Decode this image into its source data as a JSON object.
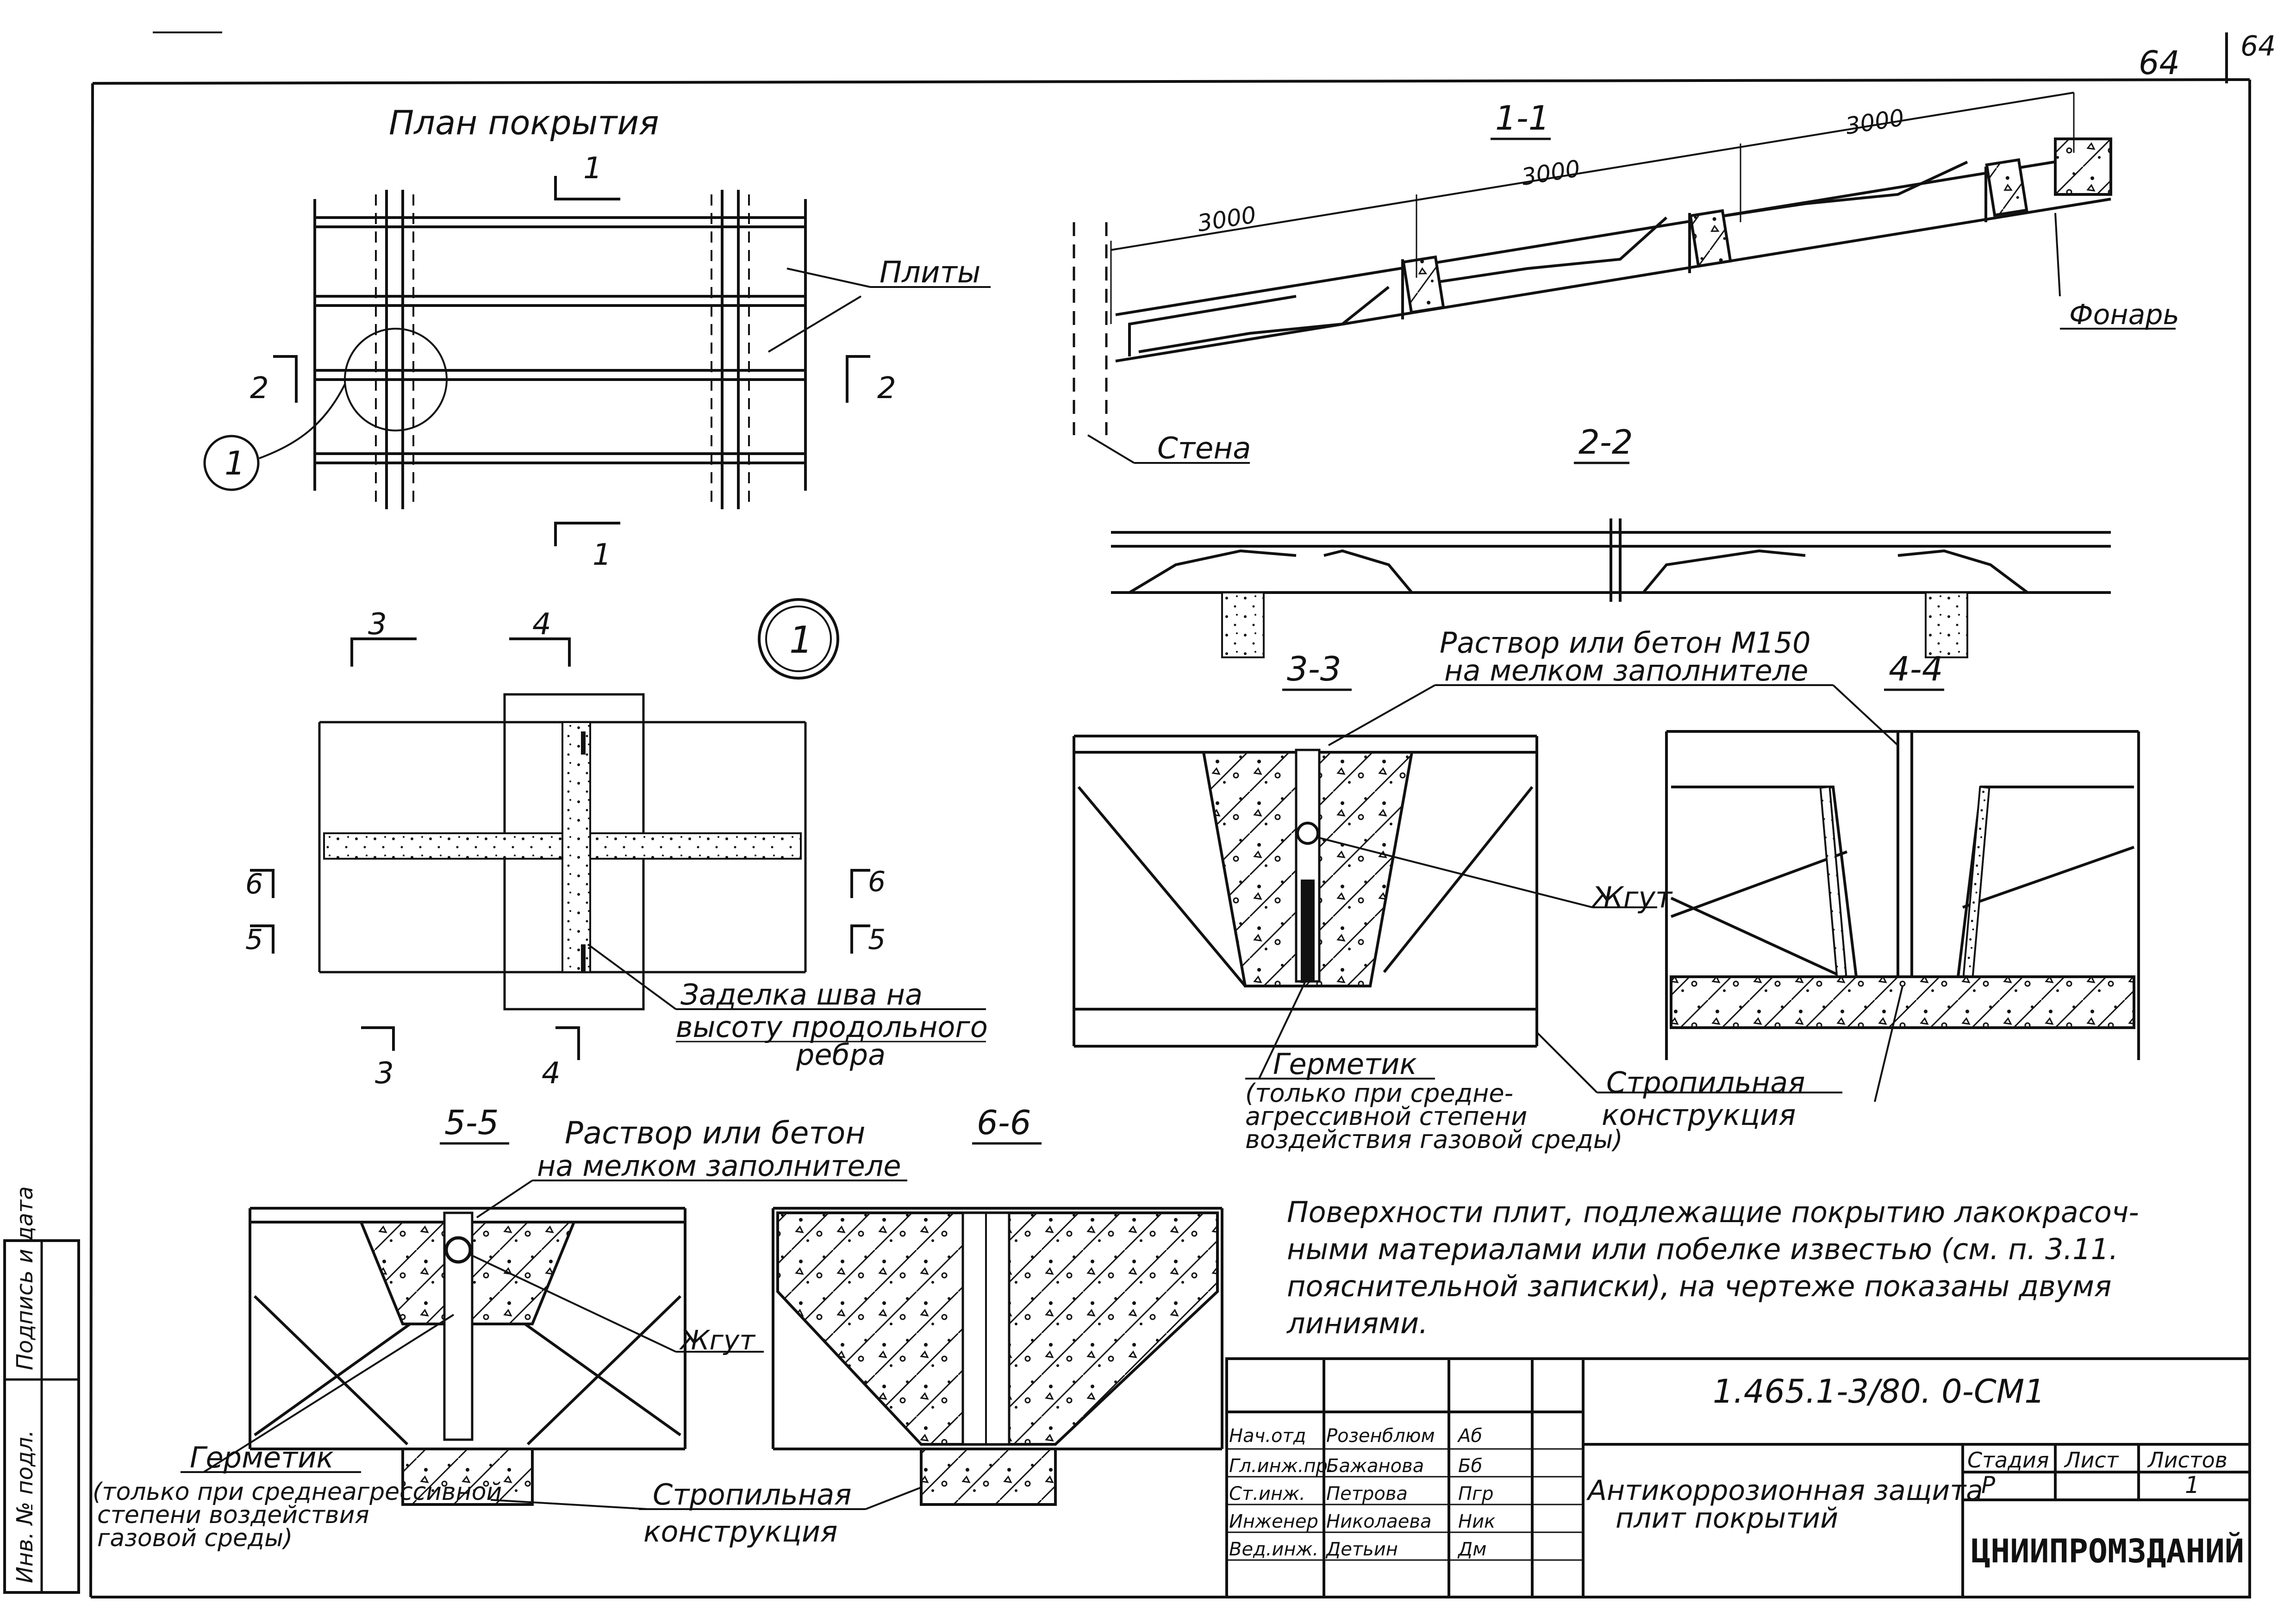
{
  "sheet": {
    "page_number": "64",
    "page_number_margin": "64"
  },
  "plan": {
    "title": "План покрытия",
    "label_plates": "Плиты",
    "section_1_top": "1",
    "section_1_bottom": "1",
    "section_2_left": "2",
    "section_2_right": "2",
    "node_marker": "1"
  },
  "node_detail": {
    "marker": "1",
    "cut_3_top": "3",
    "cut_4_top": "4",
    "cut_3_bottom": "3",
    "cut_4_bottom": "4",
    "cut_6_left": "6",
    "cut_5_left": "5",
    "cut_6_right": "6",
    "cut_5_right": "5",
    "seam_note_line1": "Заделка шва на",
    "seam_note_line2": "высоту продольного",
    "seam_note_line3": "ребра"
  },
  "section_1_1": {
    "title": "1-1",
    "dim_1": "3000",
    "dim_2": "3000",
    "dim_3": "3000",
    "label_lantern": "Фонарь",
    "label_wall": "Стена"
  },
  "section_2_2": {
    "title": "2-2"
  },
  "section_3_3": {
    "title": "3-3",
    "mortar_line1": "Раствор или бетон М150",
    "mortar_line2": "на мелком заполнителе",
    "label_tow": "Жгут",
    "sealant_title": "Герметик",
    "sealant_line1": "(только при средне-",
    "sealant_line2": "агрессивной степени",
    "sealant_line3": "воздействия газовой среды)",
    "rafter_line1": "Стропильная",
    "rafter_line2": "конструкция"
  },
  "section_4_4": {
    "title": "4-4"
  },
  "section_5_5": {
    "title": "5-5",
    "mortar_line1": "Раствор или бетон",
    "mortar_line2": "на мелком заполнителе",
    "label_tow": "Жгут",
    "sealant_title": "Герметик",
    "sealant_line1": "(только при среднеагрессивной",
    "sealant_line2": "степени воздействия",
    "sealant_line3": "газовой среды)",
    "rafter_line1": "Стропильная",
    "rafter_line2": "конструкция"
  },
  "section_6_6": {
    "title": "6-6"
  },
  "note": {
    "line1": "Поверхности плит, подлежащие покрытию лакокрасоч-",
    "line2": "ными материалами или побелке известью (см. п. 3.11.",
    "line3": "пояснительной записки), на чертеже показаны двумя",
    "line4": "линиями."
  },
  "side_stamp": {
    "col1": "Инв. № подл.",
    "col2": "Подпись и дата"
  },
  "title_block": {
    "doc_code": "1.465.1-3/80. 0-СМ1",
    "title_line1": "Антикоррозионная защита",
    "title_line2": "плит покрытий",
    "stage_header": "Стадия",
    "sheet_header": "Лист",
    "sheets_header": "Листов",
    "stage_value": "Р",
    "sheet_value": "",
    "sheets_value": "1",
    "organization": "ЦНИИПРОМЗДАНИЙ",
    "rows": [
      {
        "role": "Нач.отд",
        "name": "Розенблюм",
        "sign": "Аб"
      },
      {
        "role": "Гл.инж.пр.",
        "name": "Бажанова",
        "sign": "Бб"
      },
      {
        "role": "Ст.инж.",
        "name": "Петрова",
        "sign": "Пгр"
      },
      {
        "role": "Инженер",
        "name": "Николаева",
        "sign": "Ник"
      },
      {
        "role": "Вед.инж.",
        "name": "Детьин",
        "sign": "Дм"
      }
    ]
  },
  "colors": {
    "ink": "#111111",
    "paper": "#ffffff"
  }
}
